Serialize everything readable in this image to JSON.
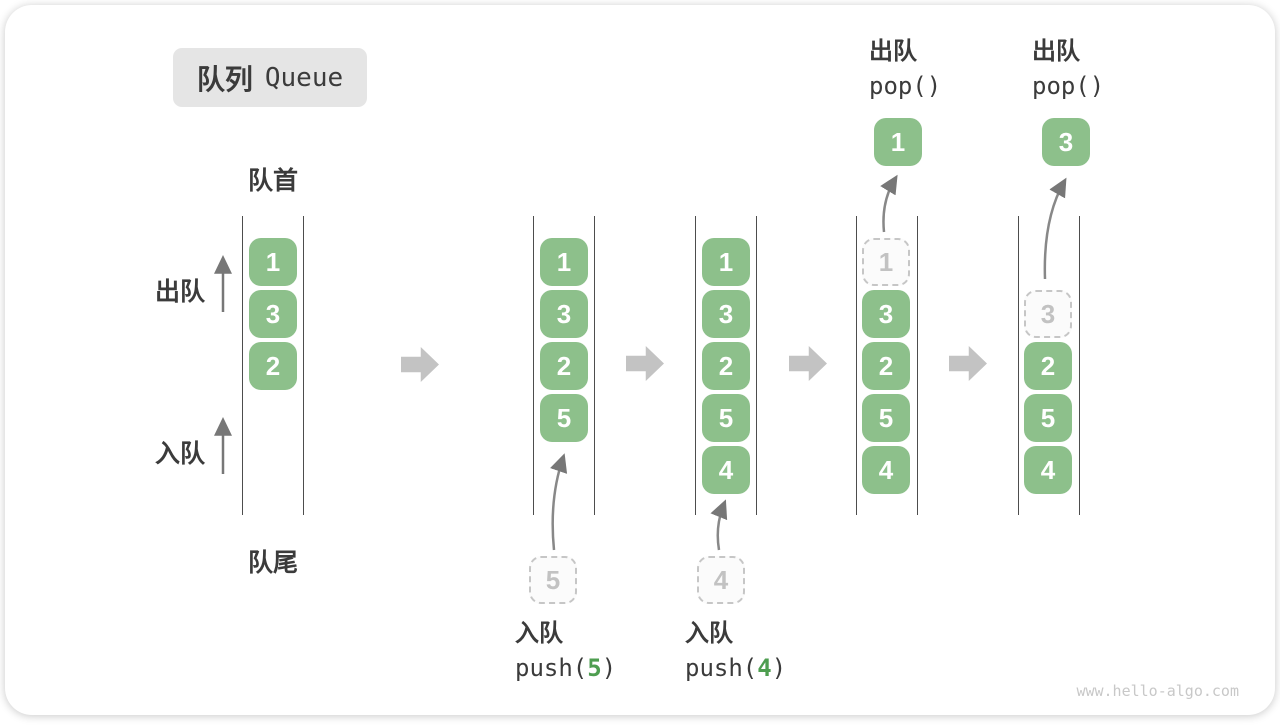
{
  "title": {
    "zh": "队列",
    "en": "Queue"
  },
  "labels": {
    "front": "队首",
    "rear": "队尾",
    "dequeue_side": "出队",
    "enqueue_side": "入队"
  },
  "operations": {
    "push5": {
      "zh": "入队",
      "fn": "push(",
      "arg": "5",
      "close": ")"
    },
    "push4": {
      "zh": "入队",
      "fn": "push(",
      "arg": "4",
      "close": ")"
    },
    "pop1": {
      "zh": "出队",
      "fn": "pop()"
    },
    "pop2": {
      "zh": "出队",
      "fn": "pop()"
    }
  },
  "states": [
    {
      "items": [
        "1",
        "3",
        "2"
      ]
    },
    {
      "items": [
        "1",
        "3",
        "2",
        "5"
      ],
      "staged": "5"
    },
    {
      "items": [
        "1",
        "3",
        "2",
        "5",
        "4"
      ],
      "staged": "4"
    },
    {
      "items": [
        "3",
        "2",
        "5",
        "4"
      ],
      "ghost": "1",
      "popped": "1"
    },
    {
      "items": [
        "2",
        "5",
        "4"
      ],
      "ghost": "3",
      "popped": "3"
    }
  ],
  "watermark": "www.hello-algo.com",
  "colors": {
    "item_green": "#8dc08b",
    "arg_green": "#4e9e50",
    "chip_bg": "#e5e5e5",
    "text_dark": "#3b3b3b",
    "block_arrow_gray": "#c3c3c3",
    "curve_arrow_gray": "#777777",
    "dashed_border_gray": "#c6c6c6",
    "watermark_gray": "#c8c8c8"
  }
}
